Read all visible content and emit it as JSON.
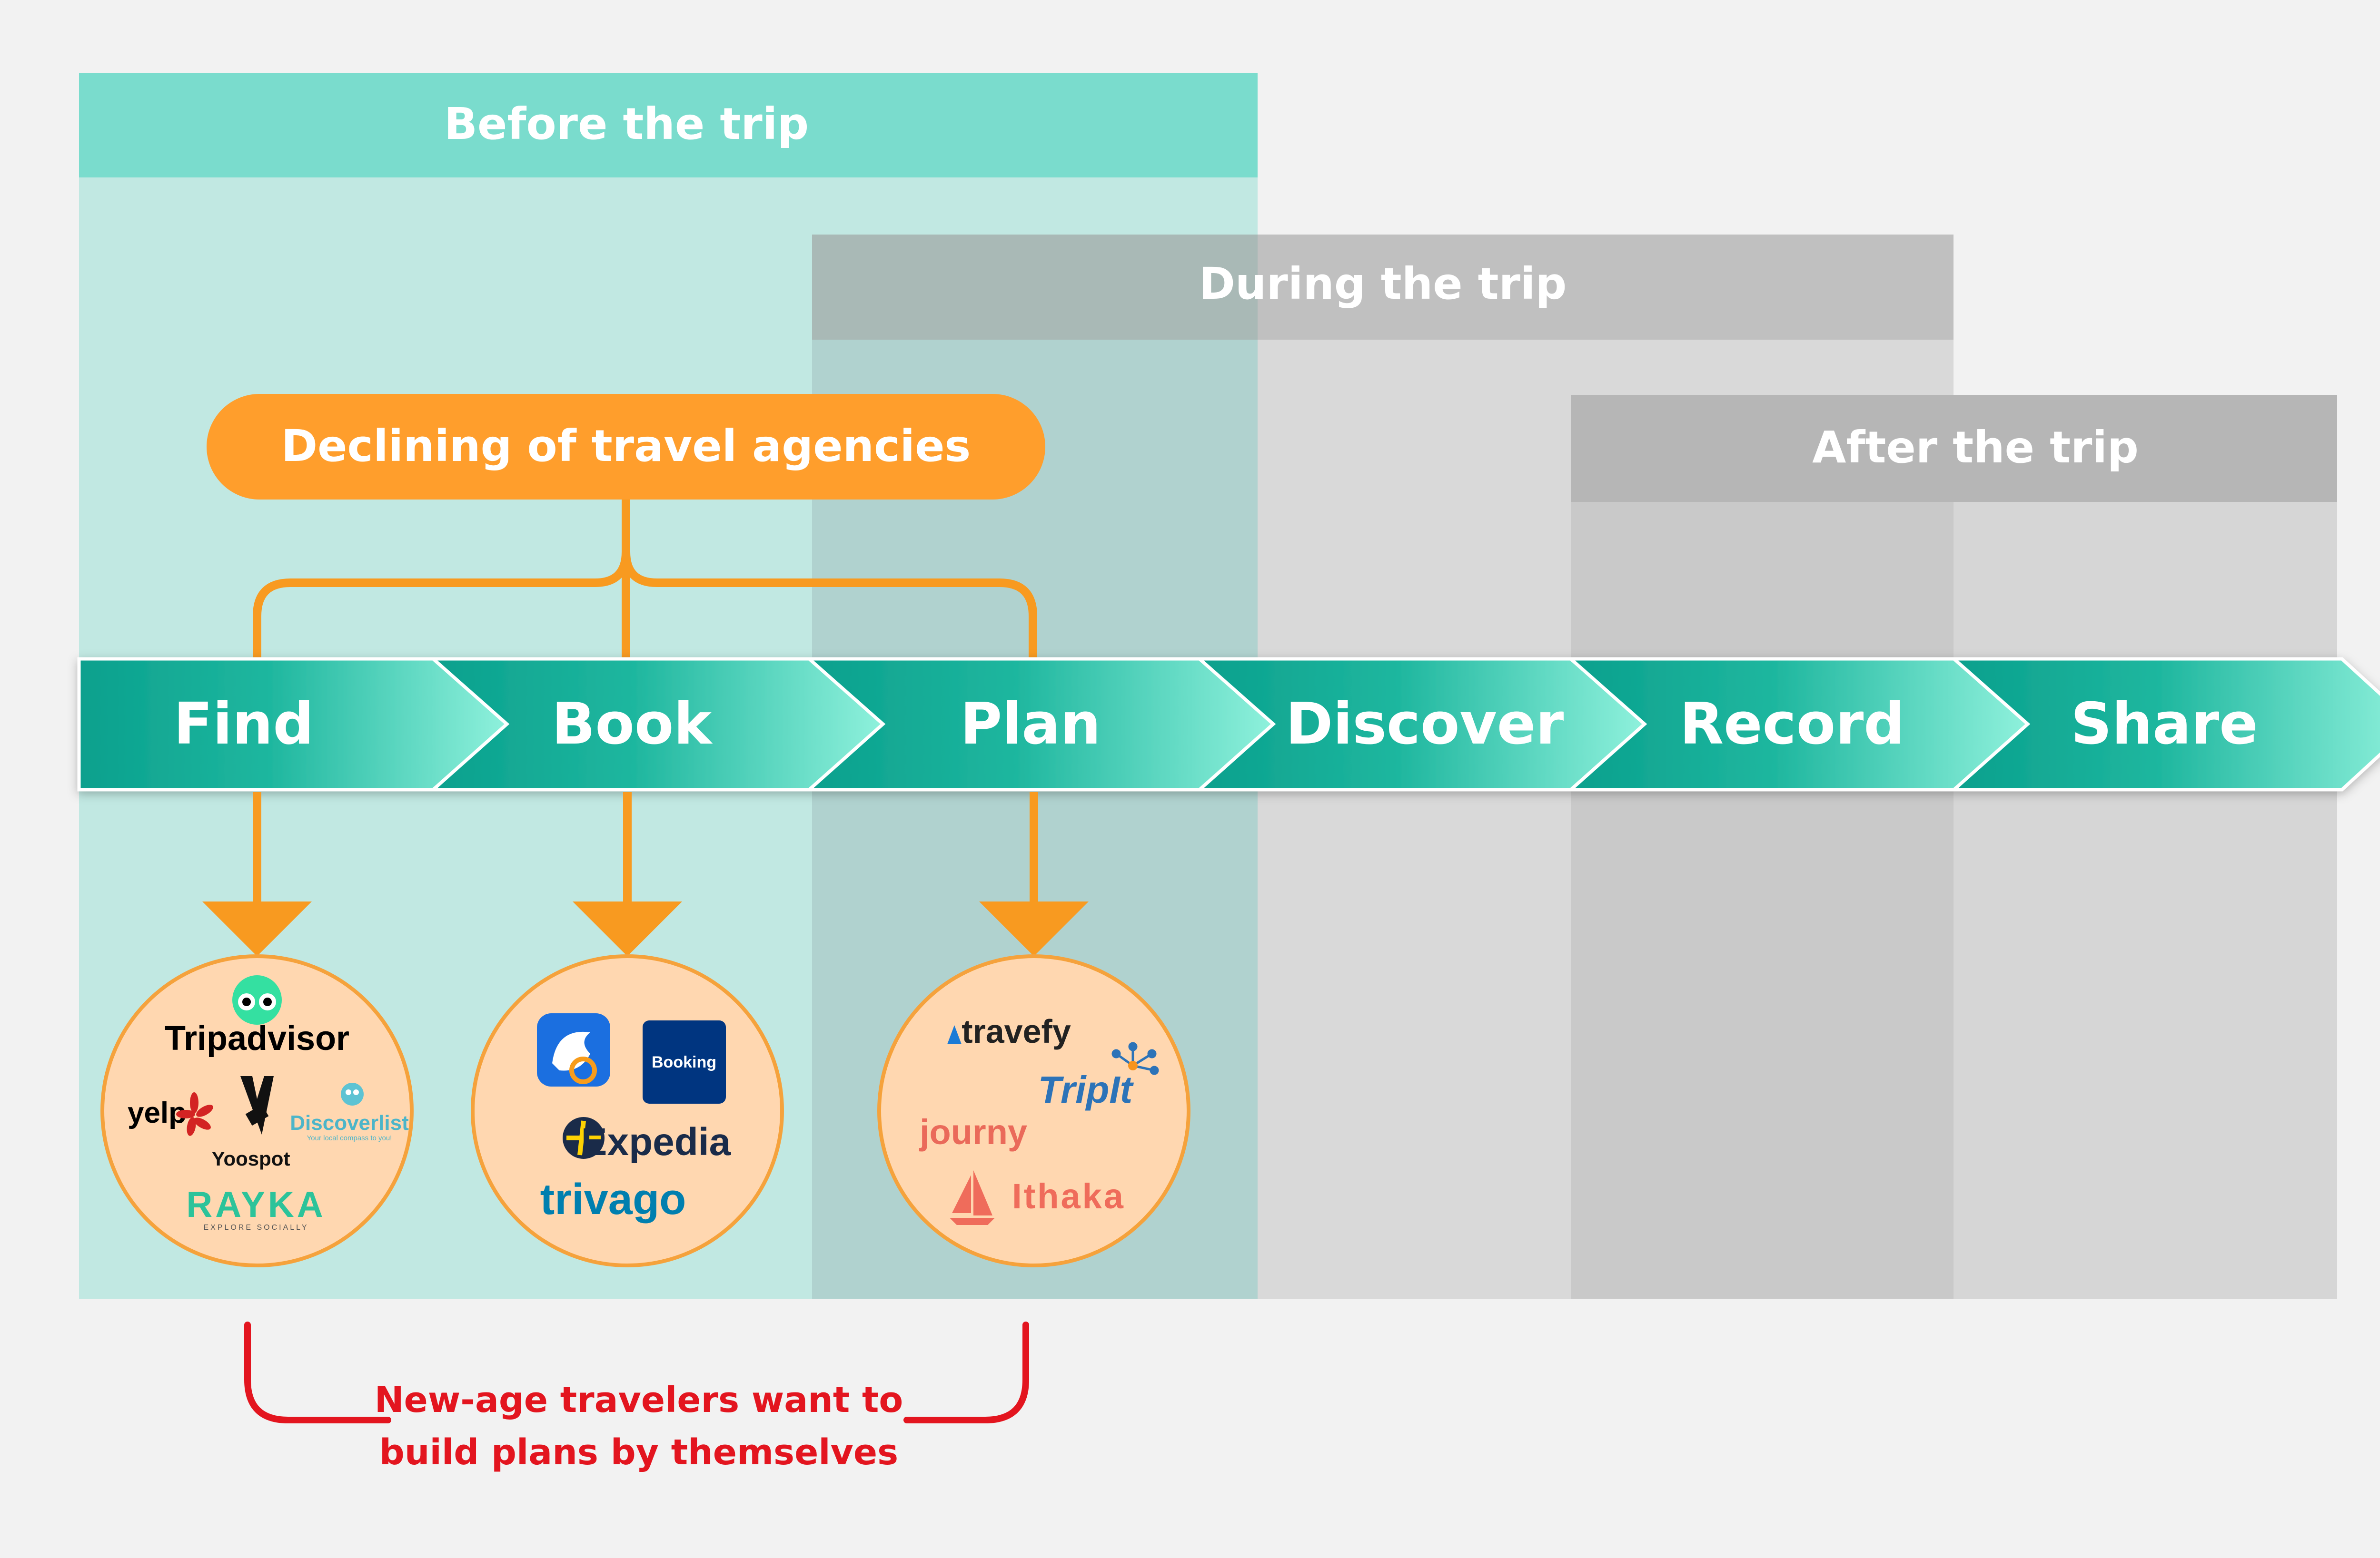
{
  "phases": [
    {
      "id": "before",
      "title": "Before the trip",
      "color": "#7adccd",
      "body_color": "#c1e8e2"
    },
    {
      "id": "during",
      "title": "During the trip",
      "color": "#a9b9b6",
      "body_color": "#b0d2cf"
    },
    {
      "id": "after",
      "title": "After the trip",
      "color": "#c0c0c0",
      "body_color": "#d6d6d6"
    }
  ],
  "agency_pill": {
    "label": "Declining of travel agencies",
    "color": "#ff9e2c"
  },
  "journey_steps": [
    {
      "label": "Find"
    },
    {
      "label": "Book"
    },
    {
      "label": "Plan"
    },
    {
      "label": "Discover"
    },
    {
      "label": "Record"
    },
    {
      "label": "Share"
    }
  ],
  "colors": {
    "arrow_dark": "#0aa08d",
    "arrow_light": "#8ff1dc",
    "connector": "#f89a20",
    "circle_fill": "#ffd7b0",
    "circle_stroke": "#f5a23c",
    "note": "#e3151f"
  },
  "logo_groups": {
    "find": [
      {
        "name": "Tripadvisor",
        "icon": "owl-eyes-icon"
      },
      {
        "name": "yelp",
        "icon": "yelp-burst-icon"
      },
      {
        "name": "Yoospot",
        "icon": "pin-icon"
      },
      {
        "name": "Discoverlist",
        "tagline": "Your local compass to you!",
        "icon": "mascot-icon"
      },
      {
        "name": "RAYKA",
        "tagline": "EXPLORE SOCIALLY"
      }
    ],
    "book": [
      {
        "name": "",
        "icon": "dolphin-app-icon"
      },
      {
        "name": "Booking",
        "icon": "booking-square-icon"
      },
      {
        "name": "Expedia",
        "icon": "globe-plane-icon"
      },
      {
        "name": "trivago"
      }
    ],
    "plan": [
      {
        "name": "travefy",
        "icon": "triangle-icon"
      },
      {
        "name": "TripIt",
        "icon": "network-icon"
      },
      {
        "name": "journy"
      },
      {
        "name": "Ithaka",
        "icon": "sailboat-icon"
      }
    ]
  },
  "note": {
    "lines": [
      "New-age travelers want to",
      "build plans by themselves"
    ]
  }
}
